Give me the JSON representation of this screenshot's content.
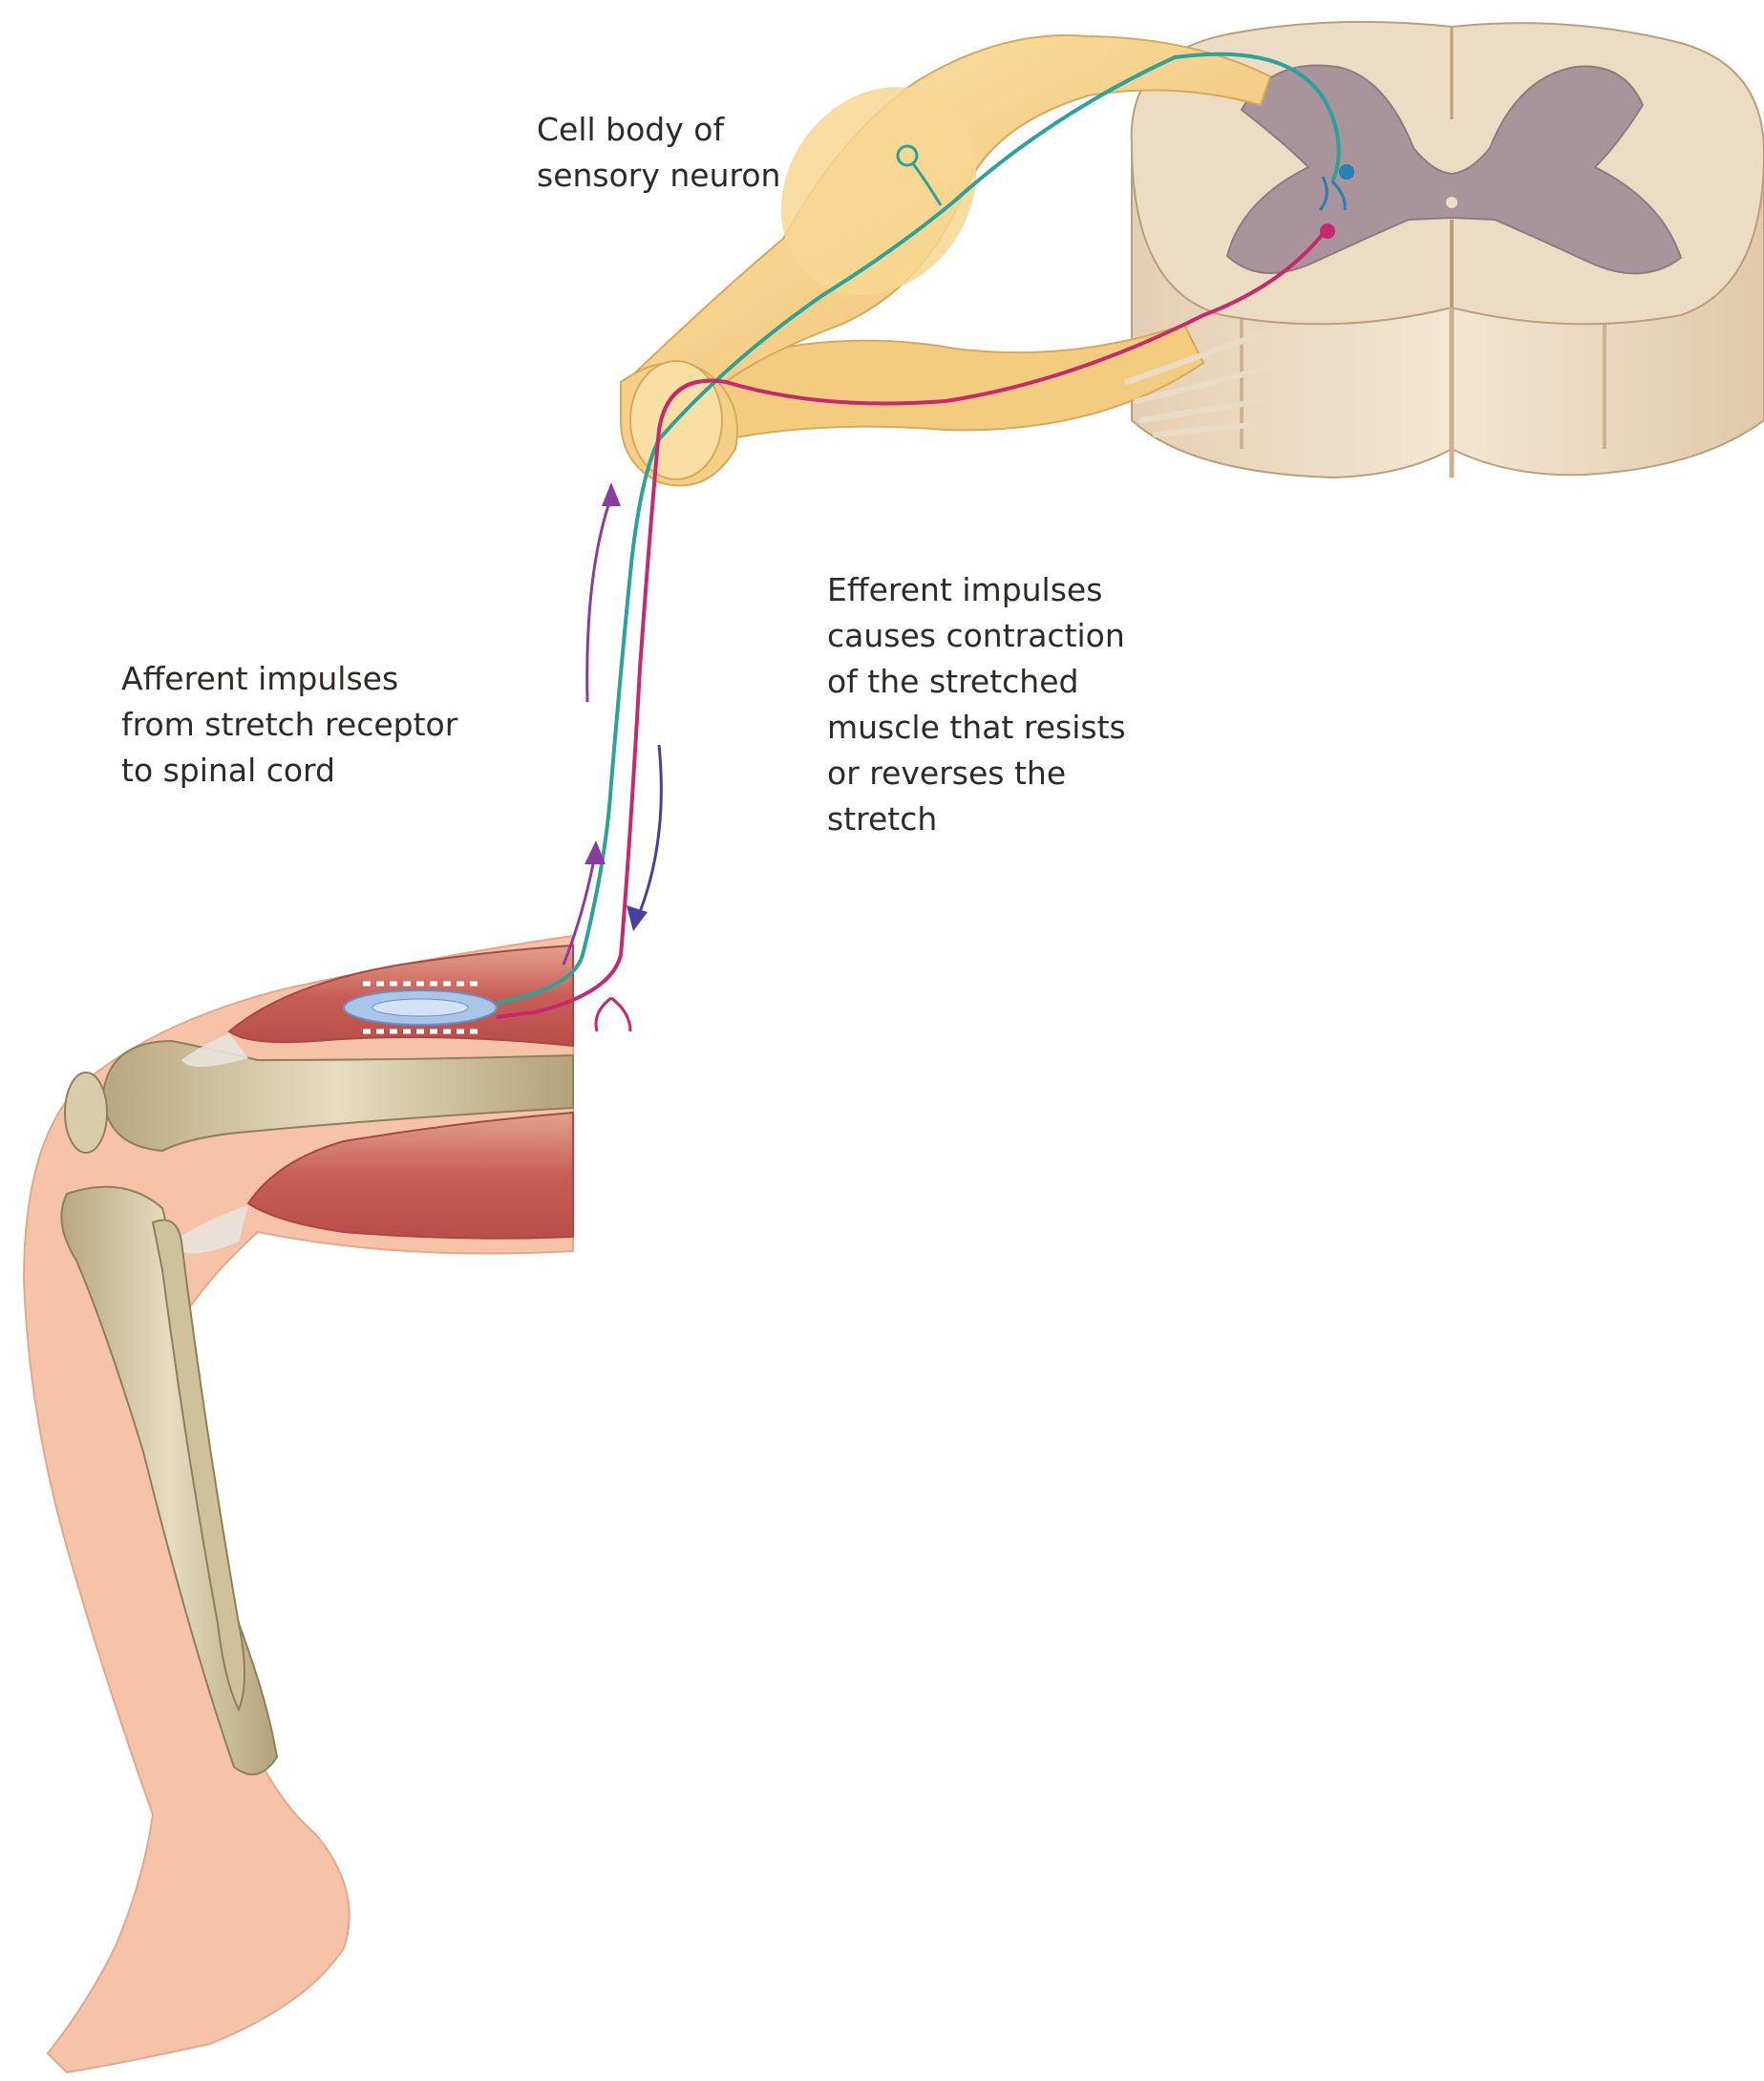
{
  "labels": {
    "cell_body": [
      "Cell body of",
      "sensory neuron"
    ],
    "afferent": [
      "Afferent impulses",
      "from stretch receptor",
      "to spinal cord"
    ],
    "efferent": [
      "Efferent impulses",
      "causes contraction",
      "of the stretched",
      "muscle that resists",
      "or reverses the",
      "stretch"
    ]
  },
  "colors": {
    "sensory_neuron": "#2aa39a",
    "motor_neuron": "#c8286e",
    "afferent_arrow": "#8a3b9e",
    "efferent_arrow": "#4b3f9e",
    "nerve": "#f5cf86",
    "spinal_white_matter": "#eeddc6",
    "spinal_grey_matter": "#a8949a",
    "muscle": "#c9605a",
    "bone": "#d8cba8",
    "skin": "#f7c4ac"
  }
}
